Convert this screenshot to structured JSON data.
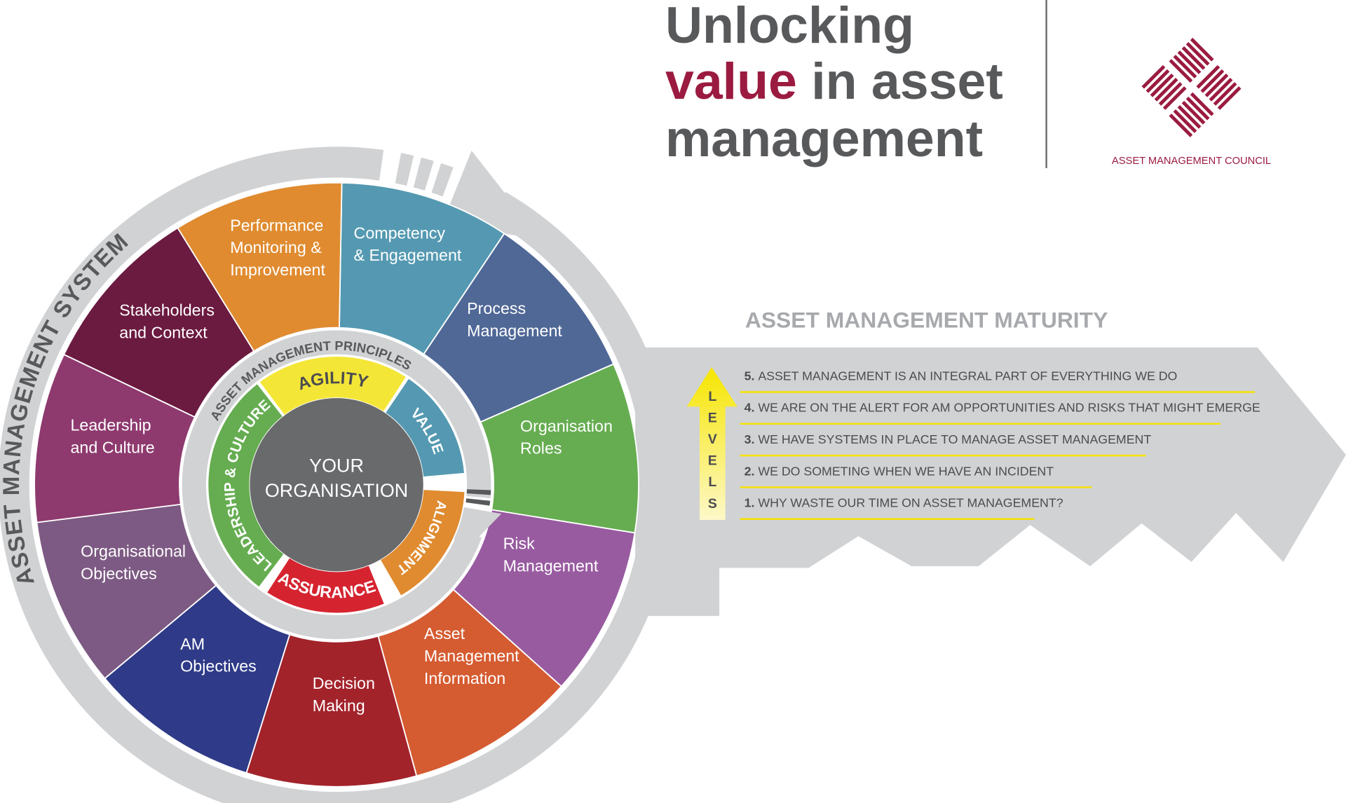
{
  "title": {
    "line1": "Unlocking",
    "highlight": "value",
    "line2_rest": " in asset",
    "line3": "management"
  },
  "logo": {
    "text": "ASSET MANAGEMENT COUNCIL"
  },
  "wheel": {
    "system_label": "ASSET MANAGEMENT SYSTEM",
    "principles_label": "ASSET MANAGEMENT PRINCIPLES",
    "center": [
      "YOUR",
      "ORGANISATION"
    ],
    "segments": [
      {
        "lines": [
          "Competency",
          "& Engagement"
        ],
        "color": "#5499b1"
      },
      {
        "lines": [
          "Process",
          "Management"
        ],
        "color": "#506896"
      },
      {
        "lines": [
          "Organisation",
          "Roles"
        ],
        "color": "#66ad51"
      },
      {
        "lines": [
          "Risk",
          "Management"
        ],
        "color": "#985ba0"
      },
      {
        "lines": [
          "Asset",
          "Management",
          "Information"
        ],
        "color": "#d55b31"
      },
      {
        "lines": [
          "Decision",
          "Making"
        ],
        "color": "#a3232b"
      },
      {
        "lines": [
          "AM",
          "Objectives"
        ],
        "color": "#2f3a88"
      },
      {
        "lines": [
          "Organisational",
          "Objectives"
        ],
        "color": "#7d5a83"
      },
      {
        "lines": [
          "Leadership",
          "and Culture"
        ],
        "color": "#8e3a6f"
      },
      {
        "lines": [
          "Stakeholders",
          "and Context"
        ],
        "color": "#6b1a40"
      },
      {
        "lines": [
          "Performance",
          "Monitoring &",
          "Improvement"
        ],
        "color": "#e08b30"
      }
    ],
    "principles": [
      {
        "label": "AGILITY",
        "color": "#f4e637",
        "text_color": "#4d4d4f"
      },
      {
        "label": "VALUE",
        "color": "#5499b1",
        "text_color": "#ffffff"
      },
      {
        "label": "ALIGNMENT",
        "color": "#e08b30",
        "text_color": "#ffffff"
      },
      {
        "label": "ASSURANCE",
        "color": "#d52430",
        "text_color": "#ffffff"
      },
      {
        "label": "LEADERSHIP & CULTURE",
        "color": "#66ad51",
        "text_color": "#ffffff"
      }
    ]
  },
  "maturity": {
    "heading": "ASSET MANAGEMENT MATURITY",
    "levels_word": [
      "L",
      "E",
      "V",
      "E",
      "L",
      "S"
    ],
    "levels": [
      {
        "num": "5.",
        "text": "ASSET MANAGEMENT IS AN INTEGRAL PART OF EVERYTHING WE DO"
      },
      {
        "num": "4.",
        "text": "WE ARE ON THE ALERT FOR AM OPPORTUNITIES AND RISKS THAT MIGHT EMERGE"
      },
      {
        "num": "3.",
        "text": "WE HAVE SYSTEMS IN PLACE TO MANAGE ASSET MANAGEMENT"
      },
      {
        "num": "2.",
        "text": "WE DO SOMETING WHEN WE HAVE AN INCIDENT"
      },
      {
        "num": "1.",
        "text": "WHY WASTE OUR TIME ON ASSET MANAGEMENT?"
      }
    ]
  },
  "colors": {
    "grey": "#d1d2d4",
    "title": "#58595b",
    "crimson": "#9b1b40",
    "yellow": "#f6e500"
  }
}
